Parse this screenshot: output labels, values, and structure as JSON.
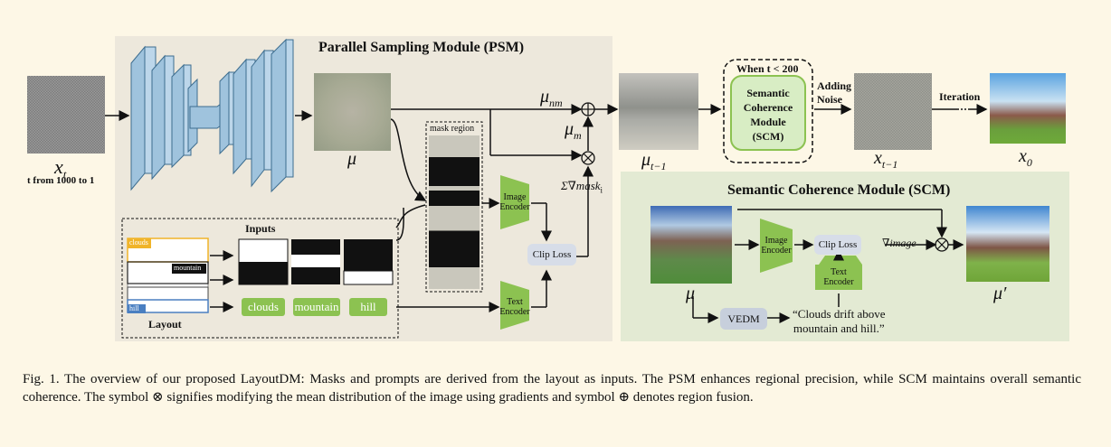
{
  "psm_title": "Parallel Sampling Module (PSM)",
  "scm_title": "Semantic Coherence Module (SCM)",
  "x_t_label": "x",
  "x_t_sub": "t",
  "t_range": "t from 1000 to 1",
  "mu_label": "μ",
  "mask_region_label": "mask region",
  "image_encoder": "Image\nEncoder",
  "text_encoder": "Text\nEncoder",
  "clip_loss": "Clip Loss",
  "mu_nm": "μ",
  "mu_nm_sub": "nm",
  "mu_m": "μ",
  "mu_m_sub": "m",
  "grad_mask": "Σ∇mask",
  "grad_mask_sub": "i",
  "mu_t1": "μ",
  "mu_t1_sub": "t−1",
  "when_t": "When t < 200",
  "scm_module": [
    "Semantic",
    "Coherence",
    "Module",
    "(SCM)"
  ],
  "adding_noise": [
    "Adding",
    "Noise"
  ],
  "x_t1": "x",
  "x_t1_sub": "t−1",
  "iteration": "Iteration",
  "x0": "x",
  "x0_sub": "0",
  "inputs_label": "Inputs",
  "layout_label": "Layout",
  "layout_tags": [
    "clouds",
    "mountain",
    "hill"
  ],
  "prompt_boxes": [
    "clouds",
    "mountain",
    "hill"
  ],
  "scm_image_encoder": "Image\nEncoder",
  "scm_clip_loss": "Clip Loss",
  "grad_image": "∇image",
  "scm_text_encoder": "Text\nEncoder",
  "vedm": "VEDM",
  "quote": [
    "“Clouds drift above",
    "mountain and hill.”"
  ],
  "scm_mu": "μ",
  "scm_mu_prime": "μ′",
  "caption": "Fig. 1.  The overview of our proposed LayoutDM: Masks and prompts are derived from the layout as inputs. The PSM enhances regional precision, while SCM maintains overall semantic coherence. The symbol ⊗ signifies modifying the mean distribution of the image using gradients and symbol ⊕ denotes region fusion.",
  "colors": {
    "unet_blue": "#9fc3dd",
    "green": "#8cc251",
    "layout_yellow": "#f0b429",
    "layout_blue": "#4a7fc1"
  }
}
